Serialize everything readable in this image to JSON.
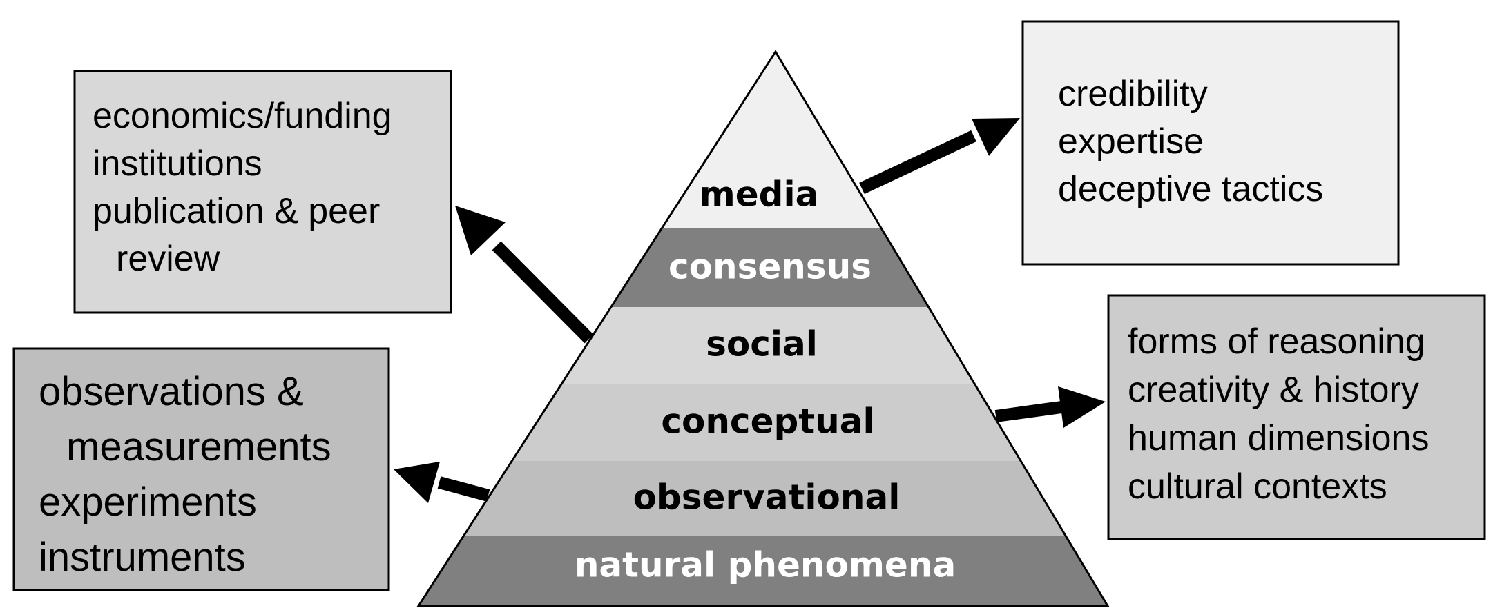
{
  "pyramid": {
    "layers": [
      {
        "label": "media",
        "fill": "#f0f0f0",
        "text_color": "#000000"
      },
      {
        "label": "consensus",
        "fill": "#808080",
        "text_color": "#ffffff"
      },
      {
        "label": "social",
        "fill": "#d8d8d8",
        "text_color": "#000000"
      },
      {
        "label": "conceptual",
        "fill": "#cccccc",
        "text_color": "#000000"
      },
      {
        "label": "observational",
        "fill": "#bebebe",
        "text_color": "#000000"
      },
      {
        "label": "natural phenomena",
        "fill": "#808080",
        "text_color": "#ffffff"
      }
    ]
  },
  "boxes": {
    "top_left": {
      "fill": "#d8d8d8",
      "lines": [
        "economics/funding",
        "institutions",
        "publication & peer",
        "review"
      ]
    },
    "bottom_left": {
      "fill": "#bebebe",
      "lines": [
        "observations &",
        "measurements",
        "experiments",
        "instruments"
      ]
    },
    "top_right": {
      "fill": "#f0f0f0",
      "lines": [
        "credibility",
        "expertise",
        "deceptive tactics"
      ]
    },
    "bottom_right": {
      "fill": "#cccccc",
      "lines": [
        "forms of reasoning",
        "creativity & history",
        "human dimensions",
        "cultural contexts"
      ]
    }
  }
}
